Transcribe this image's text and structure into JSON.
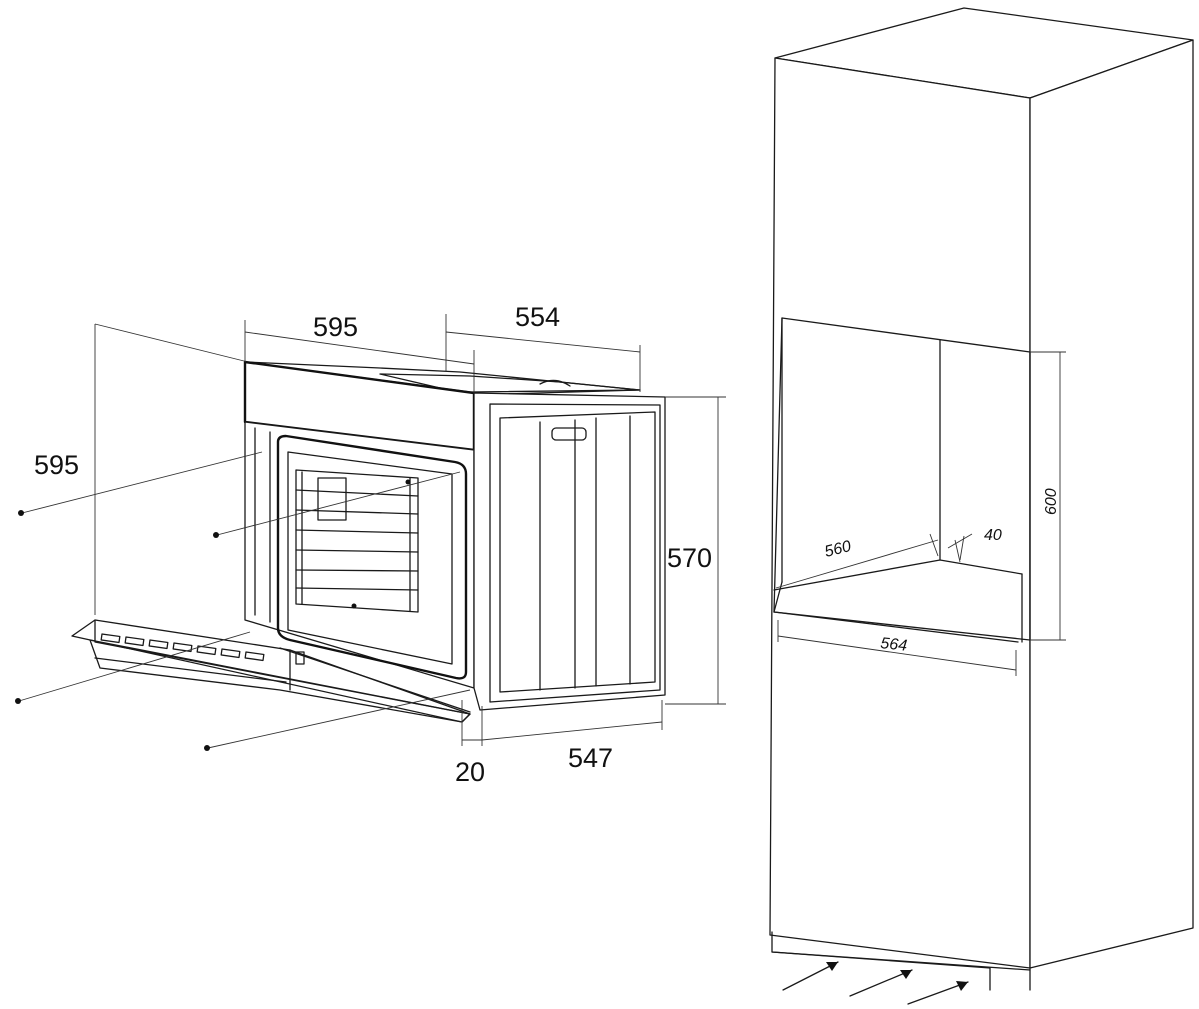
{
  "oven": {
    "width_label": "595",
    "depth_label": "554",
    "height_label": "595",
    "side_height_label": "570",
    "front_thickness_label": "20",
    "body_depth_label": "547"
  },
  "cabinet": {
    "niche_depth_label": "560",
    "gap_label": "40",
    "niche_height_label": "600",
    "niche_width_label": "564"
  },
  "colors": {
    "line": "#1a1a1a",
    "background": "#ffffff"
  }
}
